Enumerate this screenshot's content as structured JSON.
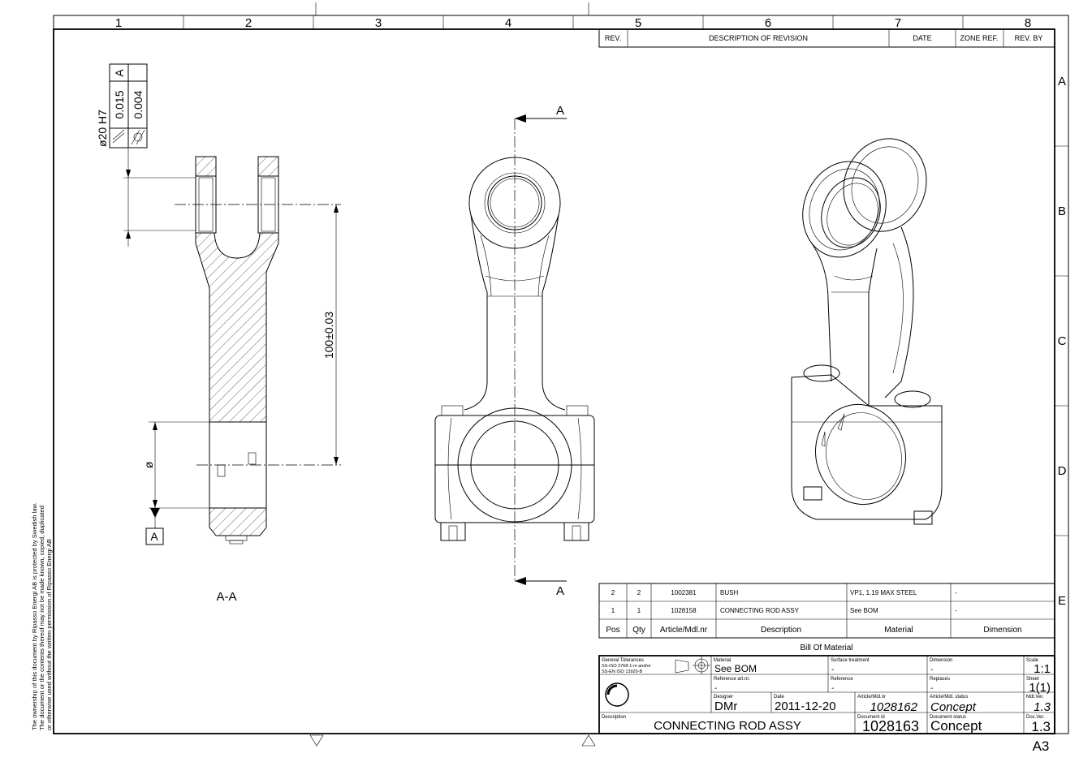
{
  "frame": {
    "columns": [
      "1",
      "2",
      "3",
      "4",
      "5",
      "6",
      "7",
      "8"
    ],
    "rows": [
      "A",
      "B",
      "C",
      "D",
      "E"
    ],
    "paper_size": "A3"
  },
  "ownership_notice": [
    "The ownership of this document by Ripasso Energi AB is protected by Swedish law.",
    "The document or the contents thereof may not be made known, copied, duplicated",
    "or otherwise used without the written permission of Ripasso Energi AB"
  ],
  "revision_table": {
    "headers": [
      "REV.",
      "DESCRIPTION OF REVISION",
      "DATE",
      "ZONE REF.",
      "REV. BY"
    ]
  },
  "section_view": {
    "label": "A-A",
    "bore_tolerance": "ø20 H7",
    "gdt_parallelism": "0.015",
    "gdt_datum": "A",
    "gdt_cylindricity": "0.004",
    "center_distance": "100±0.03",
    "big_end_diameter_symbol": "ø",
    "datum_label": "A"
  },
  "front_view": {
    "section_arrow_top": "A",
    "section_arrow_bottom": "A"
  },
  "bom": {
    "title": "Bill Of Material",
    "headers": [
      "Pos",
      "Qty",
      "Article/Mdl.nr",
      "Description",
      "Material",
      "Dimension"
    ],
    "rows": [
      {
        "pos": "2",
        "qty": "2",
        "article": "1002381",
        "description": "BUSH",
        "material": "VP1, 1.19 MAX STEEL",
        "dimension": "-"
      },
      {
        "pos": "1",
        "qty": "1",
        "article": "1028158",
        "description": "CONNECTING ROD ASSY",
        "material": "See BOM",
        "dimension": "-"
      }
    ]
  },
  "title_block": {
    "general_tolerances_label": "General Tolerances",
    "general_tolerances_1": "SS-ISO 2768-1-m and/or",
    "general_tolerances_2": "SS-EN ISO 13920-B",
    "material_label": "Material",
    "material_value": "See BOM",
    "surface_label": "Surface treatment",
    "surface_value": "-",
    "dimension_label": "Dimension",
    "dimension_value": "-",
    "scale_label": "Scale",
    "scale_value": "1:1",
    "ref_art_label": "Reference art.nr.",
    "ref_art_value": "-",
    "reference_label": "Reference",
    "reference_value": "-",
    "replaces_label": "Replaces",
    "replaces_value": "-",
    "sheet_label": "Sheet",
    "sheet_value": "1(1)",
    "designer_label": "Designer",
    "designer_value": "DMr",
    "date_label": "Date",
    "date_value": "2011-12-20",
    "article_label": "Article/Mdl.nr",
    "article_value": "1028162",
    "article_status_label": "Article/Mdl. status",
    "article_status_value": "Concept",
    "mdl_ver_label": "Mdl.Ver.",
    "mdl_ver_value": "1.3",
    "description_label": "Description",
    "description_value": "CONNECTING ROD ASSY",
    "document_id_label": "Document id",
    "document_id_value": "1028163",
    "document_status_label": "Document status",
    "document_status_value": "Concept",
    "doc_ver_label": "Doc.Ver.",
    "doc_ver_value": "1.3"
  }
}
